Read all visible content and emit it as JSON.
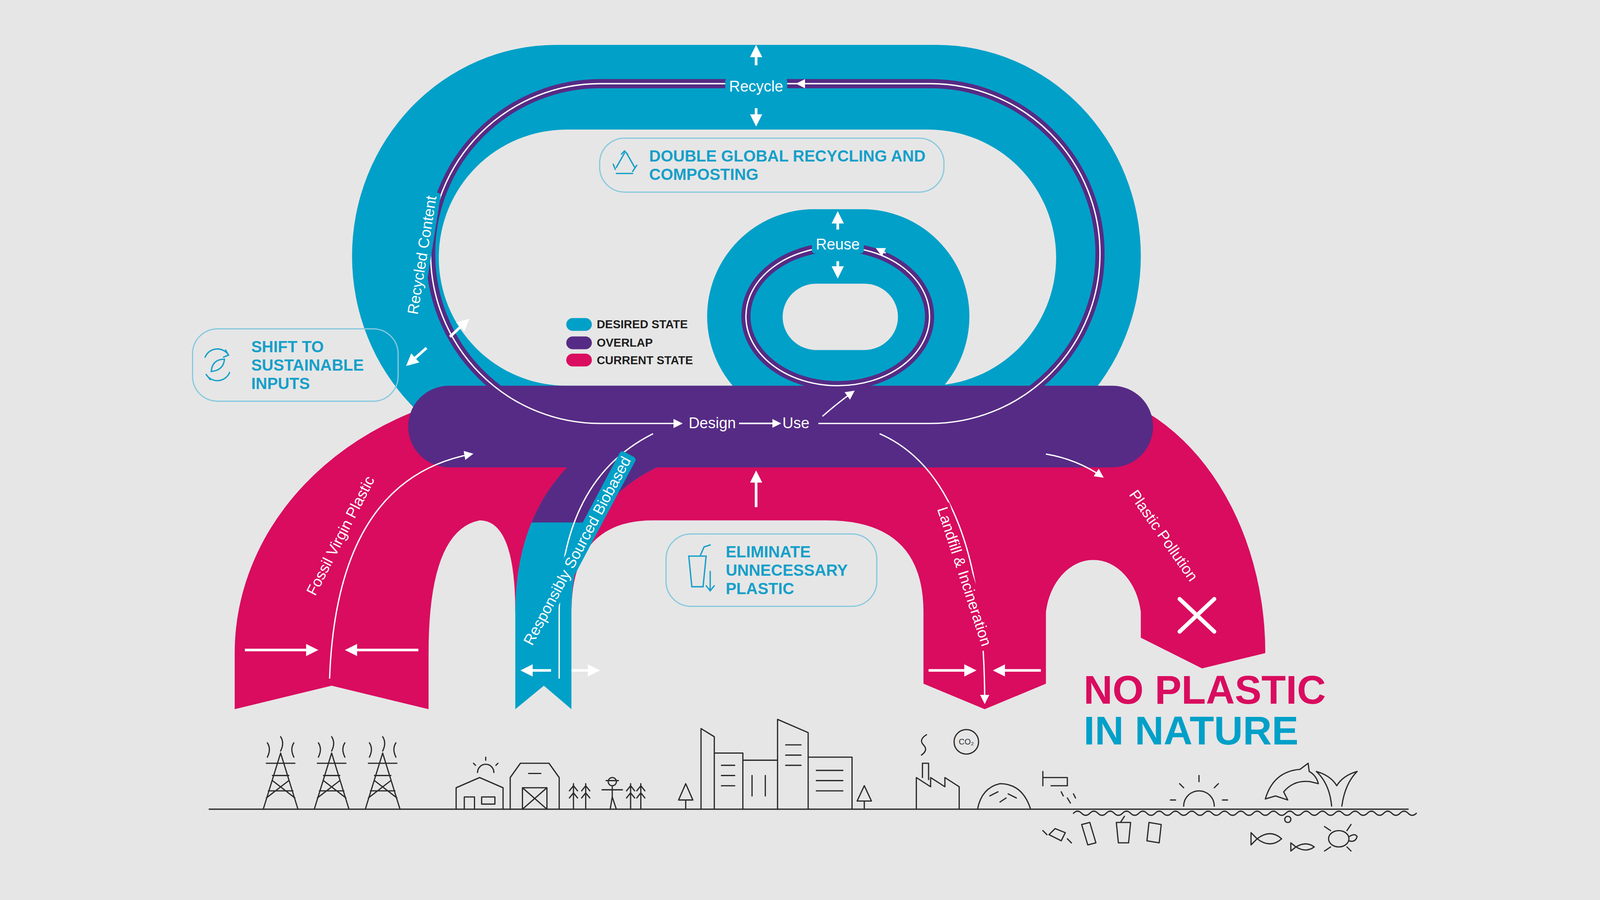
{
  "diagram": {
    "nodes": [
      {
        "text": [
          "DOUBLE GLOBAL RECYCLING AND COMPOSTING"
        ]
      },
      {
        "text": [
          "SHIFT TO SUSTAINABLE INPUTS"
        ]
      },
      {
        "text": [
          "Design"
        ]
      },
      {
        "text": [
          "Use"
        ]
      },
      {
        "text": [
          "ELIMINATE UNNECESSARY PLASTIC"
        ]
      }
    ],
    "edges": [
      {
        "from": 2,
        "to": 3,
        "arrow": "to"
      }
    ],
    "labels": [
      "Recycle",
      "Recycled Content",
      "Reuse",
      "Fossil Virgin Plastic",
      "Responsibly Sourced Biobased",
      "Landfill & Incineration",
      "Plastic Pollution",
      "NO PLASTIC",
      "IN NATURE",
      "CO₂"
    ],
    "legend": [
      {
        "text": "DESIRED STATE",
        "color": "#00a0c8"
      },
      {
        "text": "OVERLAP",
        "color": "#562b85"
      },
      {
        "text": "CURRENT STATE",
        "color": "#d90c5f"
      }
    ]
  }
}
